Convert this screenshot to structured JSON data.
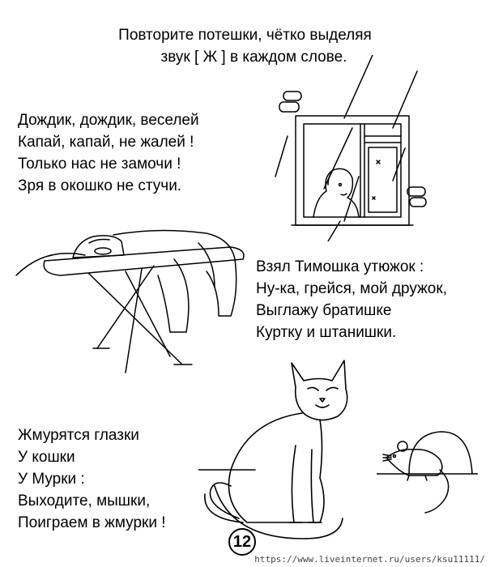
{
  "instruction": {
    "line1": "Повторите потешки, чётко выделяя",
    "line2": "звук [ Ж ] в каждом слове."
  },
  "poems": [
    {
      "lines": [
        "Дождик, дождик, веселей",
        "Капай, капай, не жалей !",
        "Только нас не замочи !",
        "Зря в окошко не стучи."
      ]
    },
    {
      "lines": [
        "Взял Тимошка утюжок :",
        "Ну-ка, грейся, мой дружок,",
        "Выглажу братишке",
        "Куртку и штанишки."
      ]
    },
    {
      "lines": [
        "Жмурятся глазки",
        "У кошки",
        "У Мурки :",
        "Выходите, мышки,",
        "Поиграем в жмурки !"
      ]
    }
  ],
  "illustrations": {
    "window_rain": "window-rain-illustration",
    "ironing_board": "ironing-board-illustration",
    "cat": "cat-illustration",
    "mouse": "mouse-illustration"
  },
  "page_number": "12",
  "watermark": "https://www.liveinternet.ru/users/ksu11111/"
}
